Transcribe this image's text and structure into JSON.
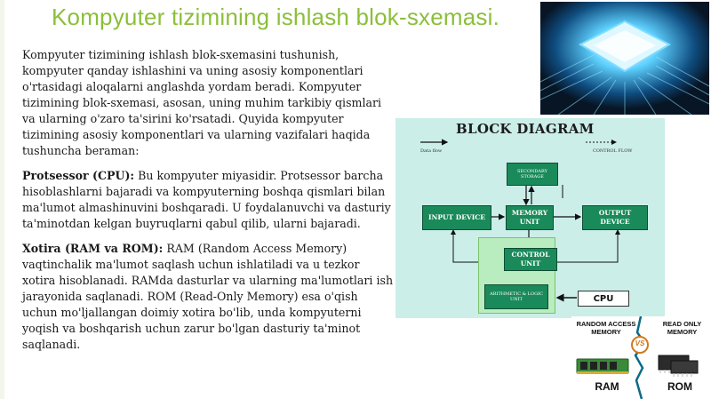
{
  "title": "Kompyuter tizimining ishlash blok-sxemasi.",
  "intro": "Kompyuter tizimining ishlash blok-sxemasini tushunish, kompyuter qanday ishlashini va uning asosiy komponentlari o'rtasidagi aloqalarni anglashda yordam beradi. Kompyuter tizimining blok-sxemasi, asosan, uning muhim tarkibiy qismlari va ularning o'zaro ta'sirini ko'rsatadi. Quyida kompyuter tizimining asosiy komponentlari va ularning vazifalari haqida tushuncha beraman:",
  "cpu_section": {
    "heading": "Protsessor (CPU):",
    "text": "Bu kompyuter miyasidir. Protsessor barcha hisoblashlarni bajaradi va kompyuterning boshqa qismlari bilan ma'lumot almashinuvini boshqaradi. U foydalanuvchi va dasturiy ta'minotdan kelgan buyruqlarni qabul qilib, ularni bajaradi."
  },
  "memory_section": {
    "heading": "Xotira (RAM va ROM):",
    "text": "RAM (Random Access Memory) vaqtinchalik ma'lumot saqlash uchun ishlatiladi va u tezkor xotira hisoblanadi. RAMda dasturlar va ularning ma'lumotlari ish jarayonida saqlanadi. ROM (Read-Only Memory) esa o'qish uchun mo'ljallangan doimiy xotira bo'lib, unda kompyuterni yoqish va boshqarish uchun zarur bo'lgan dasturiy ta'minot saqlanadi."
  },
  "diagram": {
    "title": "BLOCK DIAGRAM",
    "data_flow": "Data flow",
    "control_flow": "CONTROL FLOW",
    "secondary_storage": "SECONDARY STORAGE",
    "input_device": "INPUT DEVICE",
    "memory_unit": "MEMORY UNIT",
    "output_device": "OUTPUT DEVICE",
    "control_unit": "CONTROL UNIT",
    "alu": "ARITHMETIC & LOGIC UNIT",
    "cpu_label": "CPU"
  },
  "ram_rom": {
    "ram_header": "RANDOM ACCESS MEMORY",
    "rom_header": "READ ONLY MEMORY",
    "vs": "VS",
    "ram": "RAM",
    "rom": "ROM"
  },
  "colors": {
    "title_green": "#8bbf3a",
    "diagram_bg": "#cbeee8",
    "box_green": "#1a8a5a",
    "cpu_area": "#b9ecbf"
  },
  "icons": [
    "cpu-chip-photo",
    "ram-stick-icon",
    "rom-chip-icon",
    "vs-badge-icon"
  ]
}
